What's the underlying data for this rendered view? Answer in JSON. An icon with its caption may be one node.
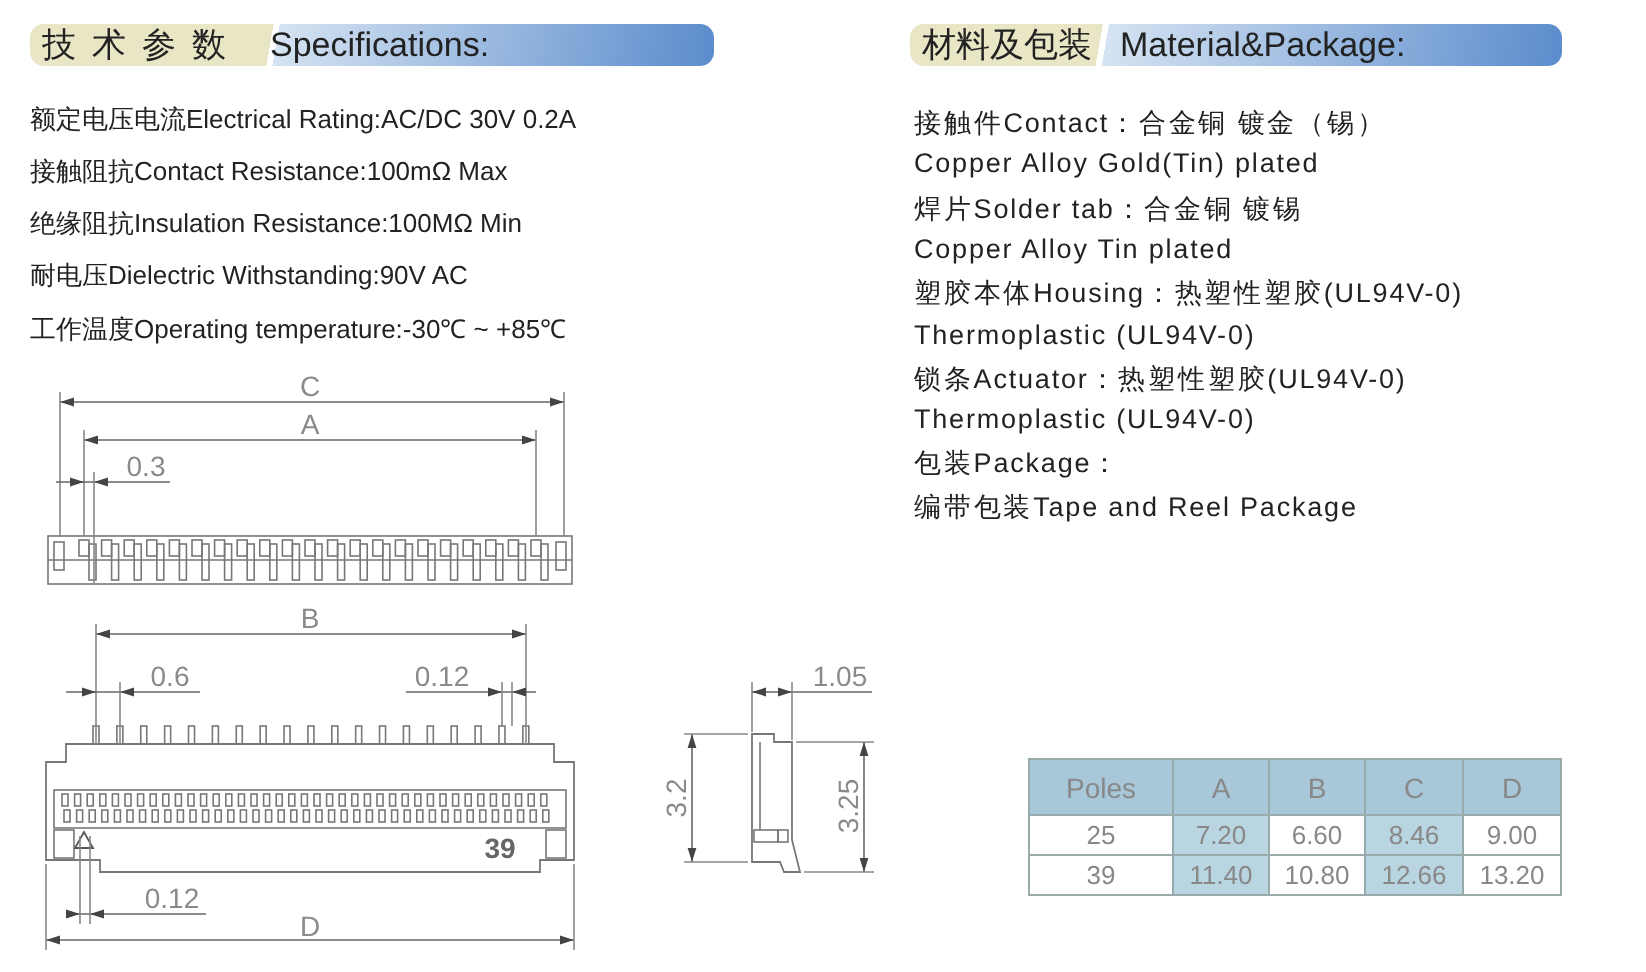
{
  "diagram": {
    "nodes": [
      {
        "text": [
          "技术参数",
          "Specifications:"
        ]
      },
      {
        "text": [
          "材料及包装",
          "Material&Package:"
        ]
      }
    ],
    "labels": [
      "额定电压电流Electrical Rating:AC/DC 30V 0.2A",
      "接触阻抗Contact Resistance:100mΩ Max",
      "绝缘阻抗Insulation Resistance:100MΩ Min",
      "耐电压Dielectric Withstanding:90V AC",
      "工作温度Operating temperature:-30℃ ~ +85℃",
      "接触件Contact：合金铜 镀金（锡）",
      "Copper Alloy Gold(Tin) plated",
      "焊片Solder tab：合金铜 镀锡",
      "Copper Alloy Tin plated",
      "塑胶本体Housing：热塑性塑胶(UL94V-0)",
      "Thermoplastic (UL94V-0)",
      "锁条Actuator：热塑性塑胶(UL94V-0)",
      "Thermoplastic (UL94V-0)",
      "包装Package：",
      "编带包装Tape and Reel Package",
      "C",
      "A",
      "0.3",
      "B",
      "0.6",
      "0.12",
      "39",
      "0.12",
      "D",
      "1.05",
      "3.2",
      "3.25",
      "Poles",
      "A",
      "B",
      "C",
      "D",
      "25",
      "7.20",
      "6.60",
      "8.46",
      "9.00",
      "39",
      "11.40",
      "10.80",
      "12.66",
      "13.20"
    ]
  }
}
